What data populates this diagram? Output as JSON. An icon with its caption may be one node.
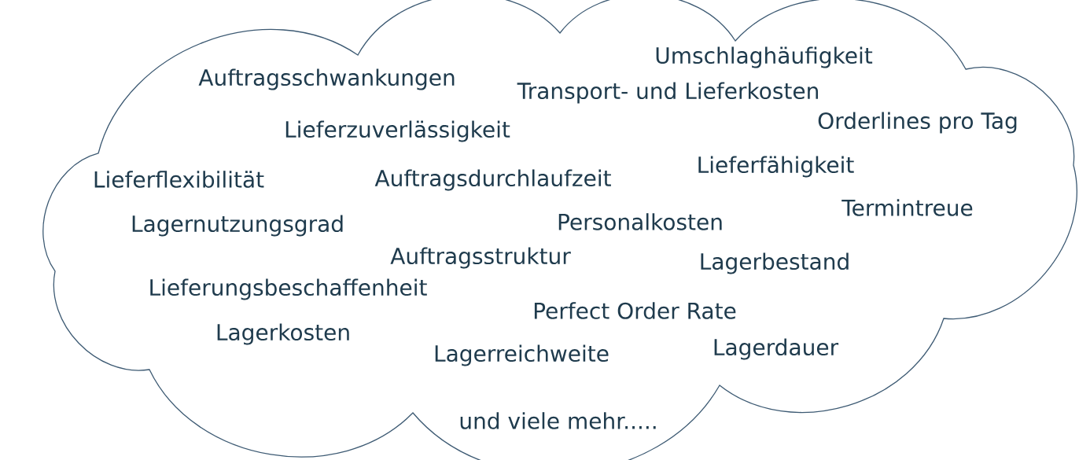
{
  "diagram": {
    "nodes": [
      {
        "text": [
          "Umschlaghäufigkeit",
          "Auftragsschwankungen",
          "Transport- und Lieferkosten",
          "Lieferzuverlässigkeit",
          "Orderlines pro Tag",
          "Lieferfähigkeit",
          "Lieferflexibilität",
          "Auftragsdurchlaufzeit",
          "Termintreue",
          "Personalkosten",
          "Lagernutzungsgrad",
          "Auftragsstruktur",
          "Lagerbestand",
          "Lieferungsbeschaffenheit",
          "Perfect Order Rate",
          "Lagerkosten",
          "Lagerdauer",
          "Lagerreichweite",
          "und viele mehr....."
        ]
      }
    ]
  }
}
